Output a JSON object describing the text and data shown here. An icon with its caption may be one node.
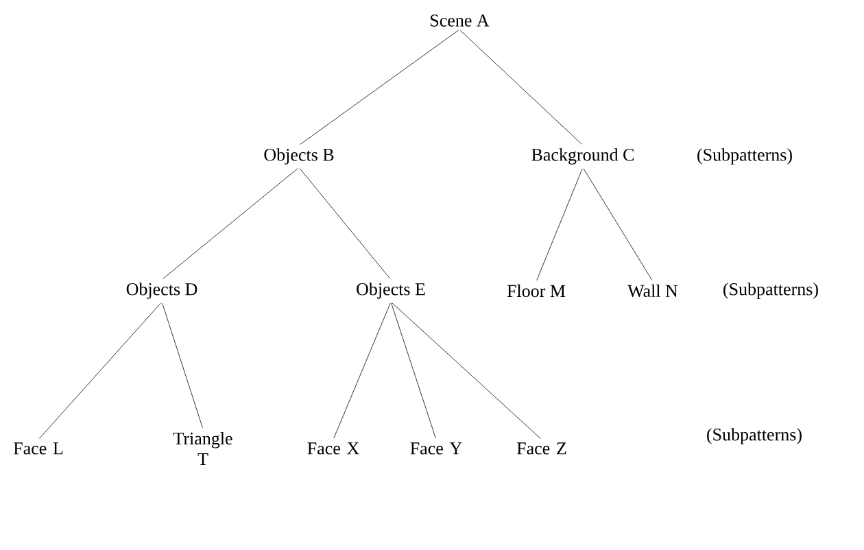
{
  "diagram": {
    "nodes": [
      {
        "text": [
          "Scene A"
        ]
      },
      {
        "text": [
          "Objects B"
        ]
      },
      {
        "text": [
          "Background C"
        ],
        "beside": [
          "(Subpatterns)"
        ]
      },
      {
        "text": [
          "Objects D"
        ]
      },
      {
        "text": [
          "Objects E"
        ]
      },
      {
        "text": [
          "Floor M"
        ]
      },
      {
        "text": [
          "Wall N"
        ],
        "beside": [
          "(Subpatterns)"
        ]
      },
      {
        "text": [
          "Face L"
        ]
      },
      {
        "text": [
          "Triangle T"
        ]
      },
      {
        "text": [
          "Face X"
        ]
      },
      {
        "text": [
          "Face Y"
        ]
      },
      {
        "text": [
          "Face Z"
        ]
      }
    ],
    "edges": [
      {
        "from": 0,
        "to": 1,
        "arrow": "none"
      },
      {
        "from": 0,
        "to": 2,
        "arrow": "none"
      },
      {
        "from": 1,
        "to": 3,
        "arrow": "none"
      },
      {
        "from": 1,
        "to": 4,
        "arrow": "none"
      },
      {
        "from": 2,
        "to": 5,
        "arrow": "none"
      },
      {
        "from": 2,
        "to": 6,
        "arrow": "none"
      },
      {
        "from": 3,
        "to": 7,
        "arrow": "none"
      },
      {
        "from": 3,
        "to": 8,
        "arrow": "none"
      },
      {
        "from": 4,
        "to": 9,
        "arrow": "none"
      },
      {
        "from": 4,
        "to": 10,
        "arrow": "none"
      },
      {
        "from": 4,
        "to": 11,
        "arrow": "none"
      }
    ],
    "labels": [
      "(Subpatterns)"
    ]
  }
}
